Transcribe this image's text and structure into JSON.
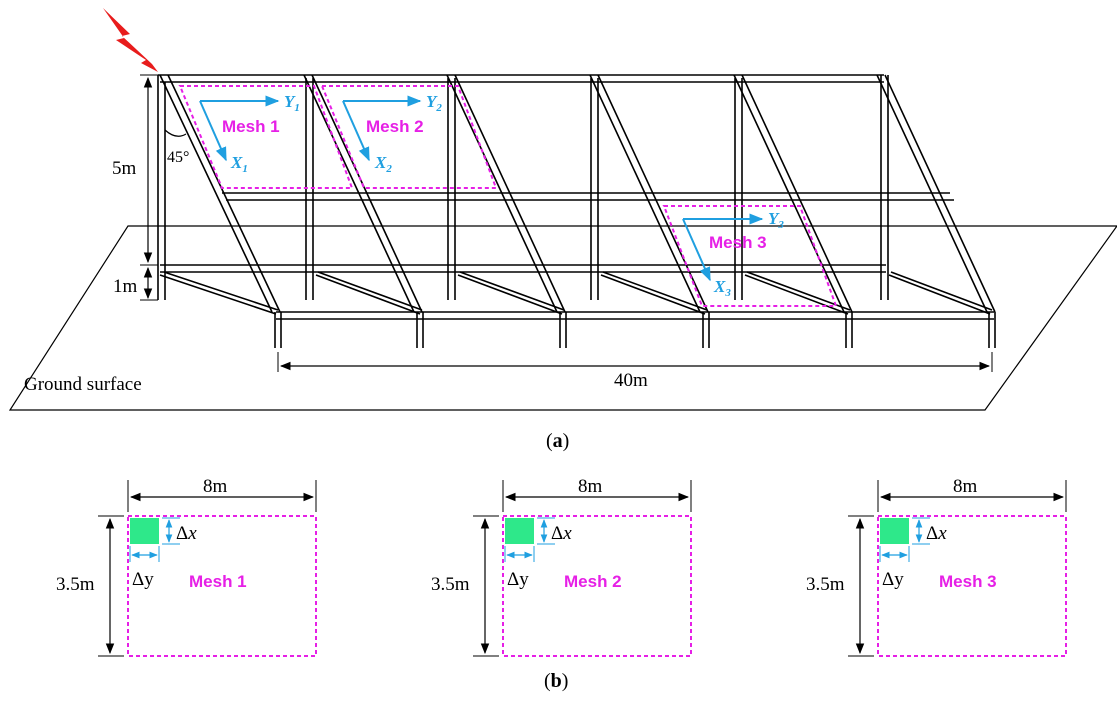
{
  "lightning_color": "#e81c1c",
  "colors": {
    "mesh": "#e620e6",
    "axis": "#1f9fe0",
    "cell": "#2ee88a",
    "frame": "#000000"
  },
  "panel_a": {
    "caption": {
      "open": "(",
      "letter": "a",
      "close": ")"
    },
    "ground_label": "Ground surface",
    "dims": {
      "height_upper": "5m",
      "height_lower": "1m",
      "length": "40m",
      "angle": "45°"
    },
    "meshes": [
      {
        "label": "Mesh 1",
        "x_axis": "X",
        "y_axis": "Y",
        "index": "1"
      },
      {
        "label": "Mesh 2",
        "x_axis": "X",
        "y_axis": "Y",
        "index": "2"
      },
      {
        "label": "Mesh 3",
        "x_axis": "X",
        "y_axis": "Y",
        "index": "3"
      }
    ]
  },
  "panel_b": {
    "caption": {
      "open": "(",
      "letter": "b",
      "close": ")"
    },
    "meshes": [
      {
        "label": "Mesh 1",
        "width": "8m",
        "height": "3.5m",
        "dx": "Δx",
        "dy": "Δy"
      },
      {
        "label": "Mesh 2",
        "width": "8m",
        "height": "3.5m",
        "dx": "Δx",
        "dy": "Δy"
      },
      {
        "label": "Mesh 3",
        "width": "8m",
        "height": "3.5m",
        "dx": "Δx",
        "dy": "Δy"
      }
    ]
  }
}
